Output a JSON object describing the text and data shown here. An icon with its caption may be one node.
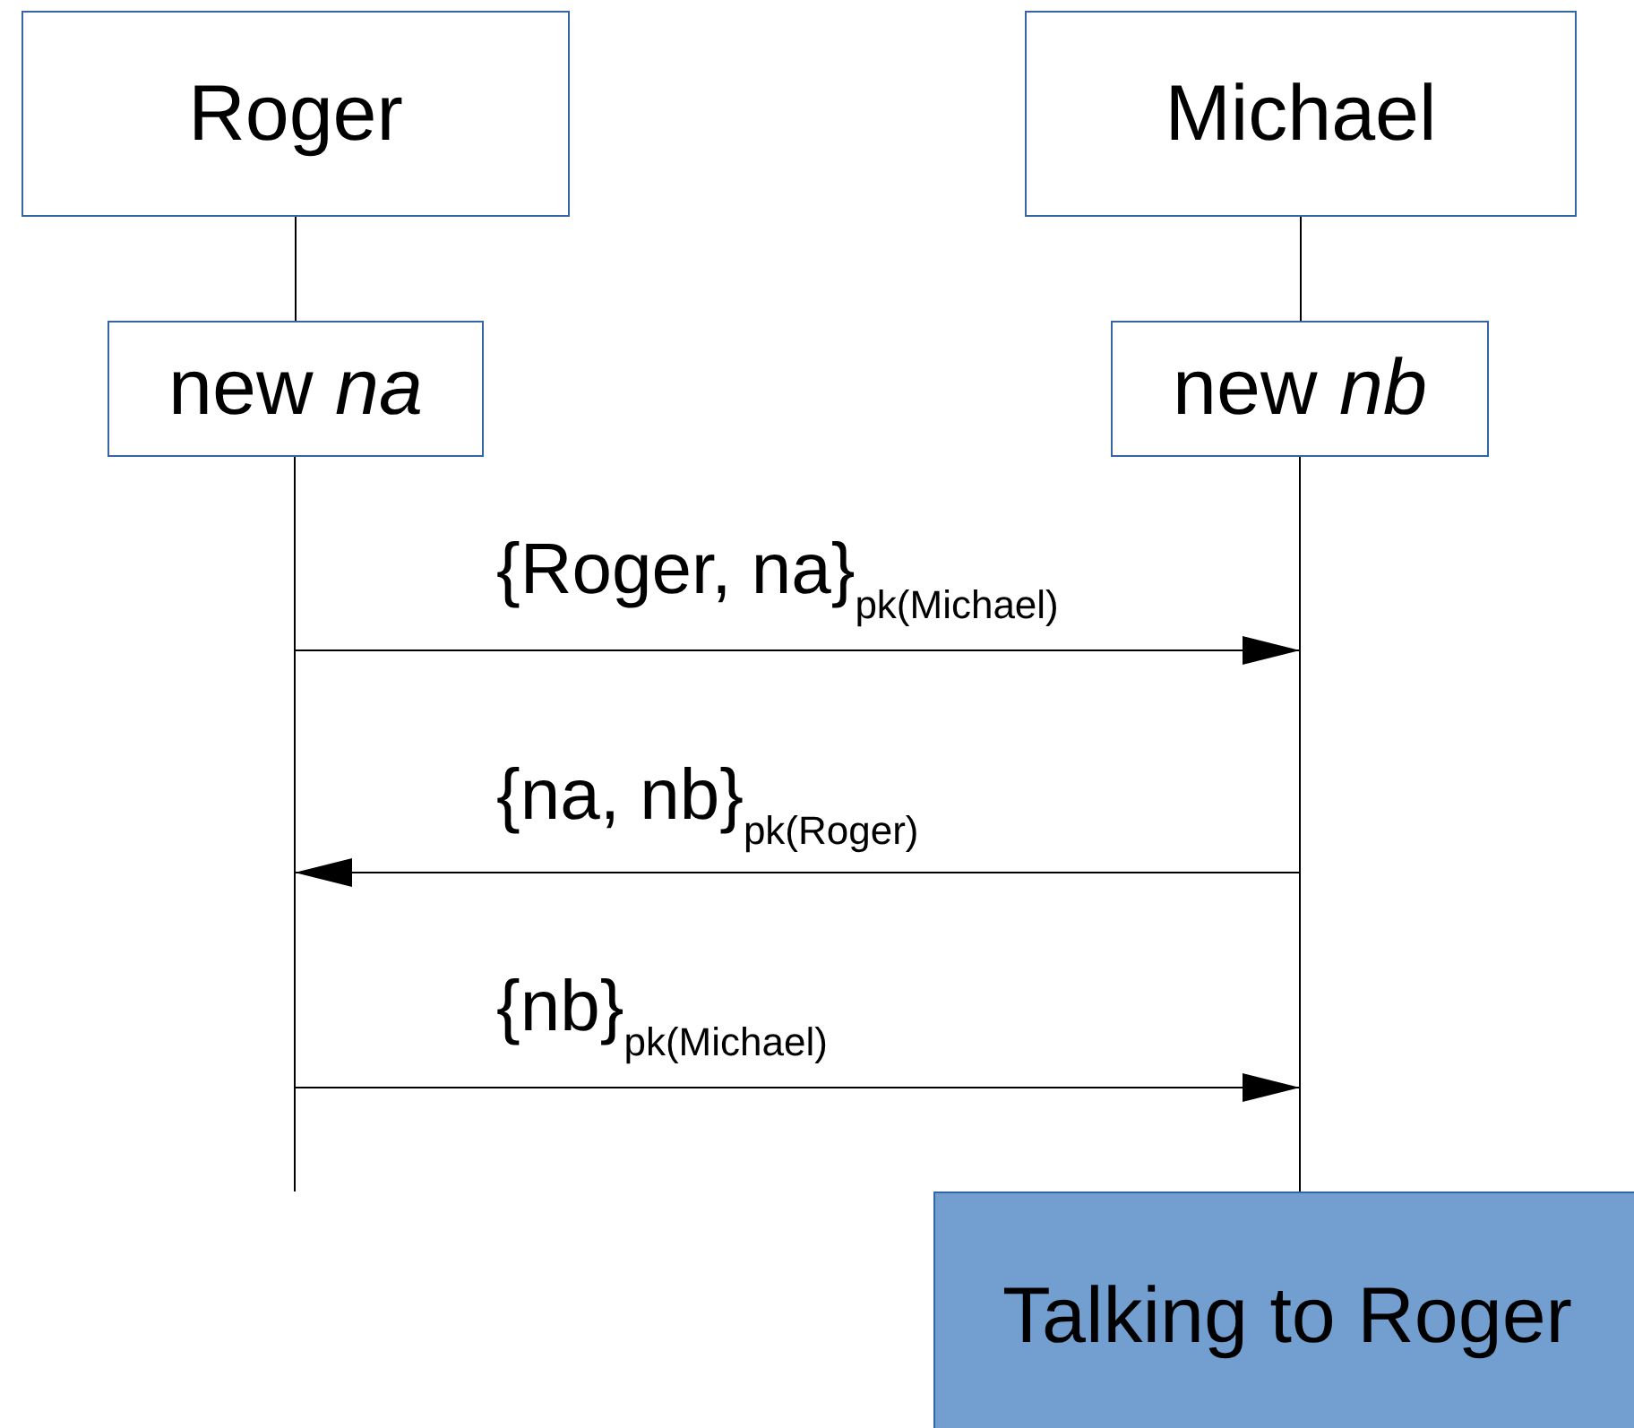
{
  "diagram": {
    "nodes": [
      {
        "text": [
          "Roger"
        ]
      },
      {
        "text": [
          "Michael"
        ]
      },
      {
        "text": [
          "new *na*"
        ]
      },
      {
        "text": [
          "new *nb*"
        ]
      },
      {
        "text": [
          "Talking to Roger"
        ]
      },
      {
        "text": [],
        "shape": "line"
      },
      {
        "text": [],
        "shape": "line"
      }
    ],
    "edges": [
      {
        "from": 0,
        "to": 2,
        "arrow": "none"
      },
      {
        "from": 1,
        "to": 3,
        "arrow": "none"
      },
      {
        "from": 5,
        "to": 6,
        "arrow": "to",
        "label": "{Roger, na}$_{pk(Michael)}$"
      },
      {
        "from": 6,
        "to": 5,
        "arrow": "to",
        "label": "{na, nb}$_{pk(Roger)}$"
      },
      {
        "from": 5,
        "to": 6,
        "arrow": "to",
        "label": "{nb}$_{pk(Michael)}$"
      }
    ]
  }
}
